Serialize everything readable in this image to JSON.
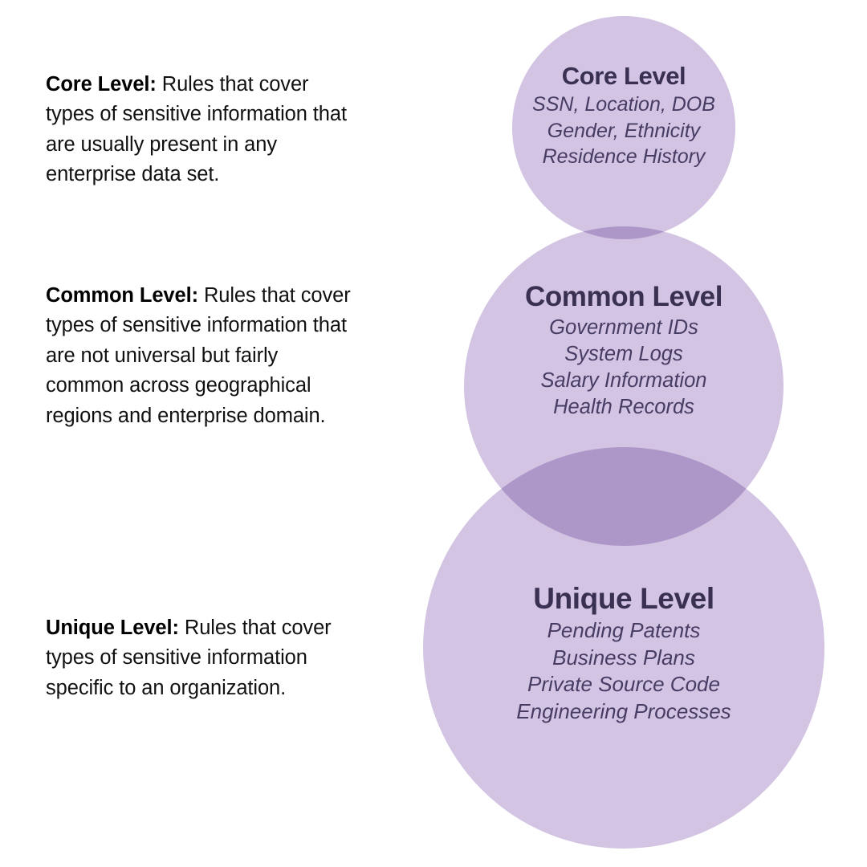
{
  "theme": {
    "background": "#ffffff",
    "circle_fill": "#d2c4e2",
    "circle_overlap": "#ac9bc9",
    "heading_color": "#393052",
    "item_color": "#473c63",
    "body_text_color": "#111111"
  },
  "descriptions": [
    {
      "id": "core",
      "lead": "Core Level:",
      "body": " Rules that cover types of sensitive information that are usually present in any enterprise data set."
    },
    {
      "id": "common",
      "lead": "Common Level:",
      "body": " Rules that cover types of sensitive information that are not universal but fairly common across geographical regions and enterprise domain."
    },
    {
      "id": "unique",
      "lead": "Unique Level:",
      "body": " Rules that cover types of sensitive information specific to an organization."
    }
  ],
  "diagram": {
    "type": "venn-stack",
    "circles": [
      {
        "id": "core",
        "title": "Core Level",
        "items": [
          "SSN, Location, DOB",
          "Gender, Ethnicity",
          "Residence History"
        ]
      },
      {
        "id": "common",
        "title": "Common Level",
        "items": [
          "Government IDs",
          "System Logs",
          "Salary Information",
          "Health Records"
        ]
      },
      {
        "id": "unique",
        "title": "Unique Level",
        "items": [
          "Pending Patents",
          "Business Plans",
          "Private Source Code",
          "Engineering Processes"
        ]
      }
    ]
  }
}
